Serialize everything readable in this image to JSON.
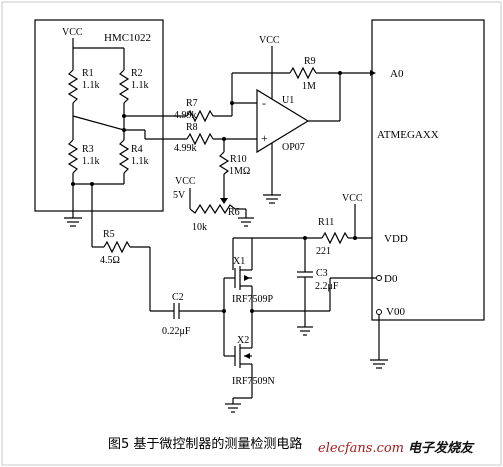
{
  "sensor": {
    "chip": "HMC1022",
    "vcc": "VCC",
    "r1": {
      "name": "R1",
      "value": "1.1k"
    },
    "r2": {
      "name": "R2",
      "value": "1.1k"
    },
    "r3": {
      "name": "R3",
      "value": "1.1k"
    },
    "r4": {
      "name": "R4",
      "value": "1.1k"
    }
  },
  "amp": {
    "vcc": "VCC",
    "u1": "U1",
    "model": "OP07",
    "minus": "-",
    "plus": "+",
    "r7": {
      "name": "R7",
      "value": "4.99k"
    },
    "r8": {
      "name": "R8",
      "value": "4.99k"
    },
    "r9": {
      "name": "R9",
      "value": "1M"
    },
    "r10": {
      "name": "R10",
      "value": "1MΩ"
    },
    "r6": {
      "name": "R6",
      "value": "10k"
    },
    "vcc2": "VCC",
    "v5": "5V"
  },
  "mcu": {
    "name": "ATMEGAXX",
    "a0": "A0",
    "vdd": "VDD",
    "d0": "D0",
    "v00": "V00",
    "vcc": "VCC"
  },
  "driver": {
    "r5": {
      "name": "R5",
      "value": "4.5Ω"
    },
    "c2": {
      "name": "C2",
      "value": "0.22μF"
    },
    "x1": {
      "name": "X1",
      "part": "IRF7509P"
    },
    "x2": {
      "name": "X2",
      "part": "IRF7509N"
    },
    "r11": {
      "name": "R11",
      "value": "221"
    },
    "c3": {
      "name": "C3",
      "value": "2.2μF"
    }
  },
  "caption": "图5 基于微控制器的测量检测电路",
  "watermark": {
    "text": "elecfans.com",
    "brand": "电子发烧友"
  }
}
